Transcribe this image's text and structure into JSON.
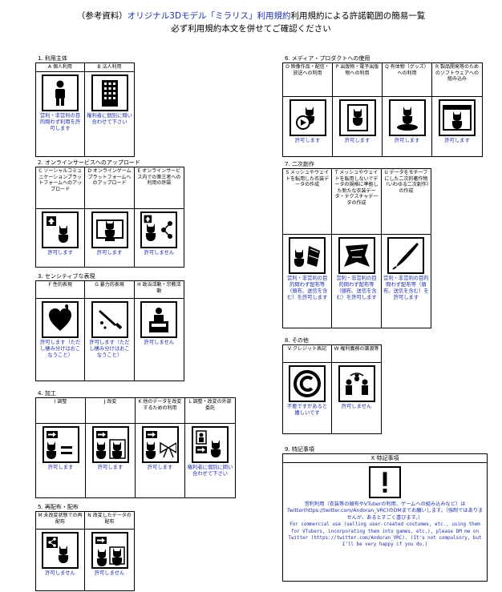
{
  "header": {
    "line1_prefix": "（参考資料）",
    "line1_blue": "オリジナル3Dモデル「ミラリス」利用規約",
    "line1_suffix": "利用規約による許諾範囲の簡易一覧",
    "line2": "必ず利用規約本文を併せてご確認ください"
  },
  "sections": {
    "s1": {
      "title": "1. 利用主体",
      "items": [
        {
          "label": "A 個人利用",
          "icon": "person-icon",
          "status": "営利・非営利の目的問わず利用を許可します"
        },
        {
          "label": "B 法人利用",
          "icon": "building-icon",
          "status": "権利者に個別に問い合わせて下さい"
        }
      ]
    },
    "s2": {
      "title": "2. オンラインサービスへのアップロード",
      "items": [
        {
          "label": "C ソーシャルコミュニケーションプラットフォームへのアップロード",
          "icon": "upload-cat-icon",
          "status": "許可します"
        },
        {
          "label": "D オンラインゲームプラットフォームへのアップロード",
          "icon": "cat-monitor-icon",
          "status": "許可します"
        },
        {
          "label": "E オンラインサービス内での第三者への利用の許諾",
          "icon": "share-people-icon",
          "status": "許可しません"
        }
      ]
    },
    "s3": {
      "title": "3. センシティブな表現",
      "items": [
        {
          "label": "F 性的表現",
          "icon": "heart-icon",
          "status": "許可します（ただし棲み分けはおこなうこと）"
        },
        {
          "label": "G 暴力的表現",
          "icon": "knife-icon",
          "status": "許可します（ただし棲み分けはおこなうこと）"
        },
        {
          "label": "H 政治活動・宗教活動",
          "icon": "podium-icon",
          "status": "許可しません"
        }
      ]
    },
    "s4": {
      "title": "4. 加工",
      "items": [
        {
          "label": "I 調整",
          "icon": "adjust-icon",
          "status": "許可します"
        },
        {
          "label": "J 改変",
          "icon": "modify-icon",
          "status": "許可します"
        },
        {
          "label": "K 他のデータを改変するための利用",
          "icon": "ribbon-icon",
          "status": "許可します"
        },
        {
          "label": "L 調整・改変の外部委託",
          "icon": "outsource-icon",
          "status": "権利者に個別に問い合わせて下さい"
        }
      ]
    },
    "s5": {
      "title": "5. 再配布・配布",
      "items": [
        {
          "label": "M 未改変状態での再配布",
          "icon": "redistribute-icon",
          "status": "許可しません"
        },
        {
          "label": "N 改変したデータの配布",
          "icon": "distribute-modified-icon",
          "status": "許可しません"
        }
      ]
    },
    "s6": {
      "title": "6. メディア・プロダクトへの使用",
      "items": [
        {
          "label": "O 映像作品・配信・放送への利用",
          "icon": "video-icon",
          "status": "許可します"
        },
        {
          "label": "P 出版物・電子出版物への利用",
          "icon": "publication-icon",
          "status": "許可します"
        },
        {
          "label": "Q 有体物（グッズ）への利用",
          "icon": "goods-icon",
          "status": "許可します"
        },
        {
          "label": "R 製品開発等のためのソフトウェアへの組み込み",
          "icon": "software-icon",
          "status": "許可します"
        }
      ]
    },
    "s7": {
      "title": "7. 二次創作",
      "items": [
        {
          "label": "S メッシュやウェイトを転用した衣装データの作成",
          "icon": "mesh-costume-icon",
          "status": "営利・非営利の目的問わず配布等（頒布、送信を含む）を許可します"
        },
        {
          "label": "T メッシュやウェイトを転用しないでデータの規格に準拠した新たな衣装データ・テクスチャデータの作成",
          "icon": "new-costume-icon",
          "status": "営利・非営利の目的問わず配布等（頒布、送信を含む）を許可します"
        },
        {
          "label": "U データをモチーフにした二次的著作物（いわゆる二次創作）の作成",
          "icon": "pen-icon",
          "status": "営利・非営利の目的問わず配布等（頒布、送信を含む）を許可します"
        }
      ]
    },
    "s8": {
      "title": "8. その他",
      "items": [
        {
          "label": "V クレジット表記",
          "icon": "copyright-icon",
          "status": "不要ですがあると嬉しいです"
        },
        {
          "label": "W 権利義務の譲渡等",
          "icon": "transfer-icon",
          "status": "許可しません"
        }
      ]
    },
    "s9": {
      "title": "9. 特記事項",
      "label": "X 特記事項",
      "icon": "exclamation-icon",
      "note_ja": "営利利用（衣装等の頒布やVTuberの利用、ゲームへの組み込みなど）はTwitter(https://twitter.com/Andoran_VRC)のDMまでお願いします。（強制ではありませんが、あるとすごく喜びます。）",
      "note_en": "For commercial use (selling user-created costumes, etc., using them for VTubers, incorporating them into games, etc.), please DM me on Twitter (https://twitter.com/Andoran_VRC). (It's not compulsory, but I'll be very happy if you do.)"
    }
  }
}
